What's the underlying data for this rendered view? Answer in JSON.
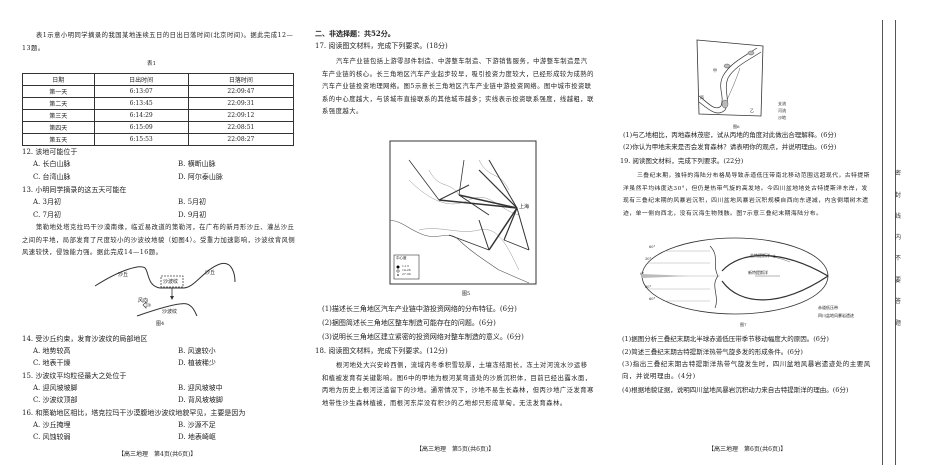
{
  "page4": {
    "intro": "表1示意小明同学摘录的我国某地连续五日的日出日落时间(北京时间)。据此完成12—13题。",
    "table_caption": "表1",
    "table": {
      "headers": [
        "日期",
        "日出时间",
        "日落时间"
      ],
      "rows": [
        [
          "第一天",
          "6:13:07",
          "22:09:47"
        ],
        [
          "第二天",
          "6:13:45",
          "22:09:31"
        ],
        [
          "第三天",
          "6:14:29",
          "22:09:12"
        ],
        [
          "第四天",
          "6:15:09",
          "22:08:51"
        ],
        [
          "第五天",
          "6:15:53",
          "22:08:27"
        ]
      ]
    },
    "q12": {
      "stem": "12. 该地可能位于",
      "A": "A. 长白山脉",
      "B": "B. 横断山脉",
      "C": "C. 台湾山脉",
      "D": "D. 阿尔泰山脉"
    },
    "q13": {
      "stem": "13. 小明同学摘录的这五天可能在",
      "A": "A. 3月初",
      "B": "B. 5月初",
      "C": "C. 7月初",
      "D": "D. 9月初"
    },
    "passage": "策勒地处塔克拉玛干沙漠南缘，临近易改道的策勒河，在广布的新月形沙丘、灌丛沙丘之间的平地，局部发育了尺度较小的沙波纹地貌（如图4）。受重力加速影响，沙波纹背风侧风速较快，侵蚀能力强。据此完成14—16题。",
    "figure4": {
      "label_dune_left": "沙丘",
      "label_dune_right": "沙丘",
      "label_ripple_box": "沙波纹",
      "label_wind": "风向",
      "label_ripple": "沙波纹",
      "caption": "图4"
    },
    "q14": {
      "stem": "14. 受沙丘约束，发育沙波纹的局部地区",
      "A": "A. 地势较高",
      "B": "B. 风速较小",
      "C": "C. 地表干燥",
      "D": "D. 植被稀少"
    },
    "q15": {
      "stem": "15. 沙波纹平均粒径最大之处位于",
      "A": "A. 迎风坡坡脚",
      "B": "B. 迎风坡坡中",
      "C": "C. 沙波纹顶部",
      "D": "D. 背风坡坡脚"
    },
    "q16": {
      "stem": "16. 和策勒地区相比，塔克拉玛干沙漠腹地沙波纹地貌罕见，主要是因为",
      "A": "A. 沙丘掩埋",
      "B": "B. 沙源不足",
      "C": "C. 风蚀较弱",
      "D": "D. 地表崎岖"
    },
    "footer": "【高三地理　第4页(共6页)】"
  },
  "page5": {
    "section": "二、非选择题：共52分。",
    "q17_stem": "17. 阅读图文材料，完成下列要求。(18分)",
    "q17_passage": "汽车产业链包括上游零部件制造、中游整车制造、下游销售服务，中游整车制造是汽车产业链的核心。长三角地区汽车产业起步较早，吸引投资力度较大，已经形成较为成熟的汽车产业链投资地理网络。图5示意长三角地区汽车产业链中游投资网络。图中城市投资联系的中心度越大，与该城市直接联系的其他城市越多；实线表示投资联系强度，线越粗，联系强度越大。",
    "figure5": {
      "caption": "图5",
      "city_label": "上海",
      "legend_title": "中心度",
      "legend_items": [
        "1-13",
        "14-26",
        "27-39"
      ]
    },
    "q17_1": "(1)描述长三角地区汽车产业链中游投资网络的分布特征。(6分)",
    "q17_2": "(2)据图简述长三角地区整车制造可能存在的问题。(6分)",
    "q17_3": "(3)说明长三角地区建立紧密的投资网络对整车制造的意义。(6分)",
    "q18_stem": "18. 阅读图文材料，完成下列要求。(12分)",
    "q18_passage": "根河地处大兴安岭西侧，流域内冬季积雪较厚，土壤冻结期长，冻土对河流水沙运移和植被发育有关键影响。图6中的甲地为根河某弯道处的沙质沉积体，目前已经出露水面，丙地为历史上根河泛滥留下的沙地。通常情况下，沙地不易生长森林，但丙沙地广泛发育寒地带性沙生森林植被，而根河东岸没有积沙的乙地却只形成草甸，无法发育森林。",
    "footer": "【高三地理　第5页(共6页)】"
  },
  "page6": {
    "figure6": {
      "caption": "图6",
      "label_jia": "甲",
      "label_bing": "丙",
      "label_yi": "乙",
      "legend": [
        "支流",
        "河流",
        "沙地"
      ]
    },
    "q18_1": "(1)与乙地相比，丙地森林茂密，试从丙地的角度对此做出合理解释。(6分)",
    "q18_2": "(2)你认为甲地未来是否会发育森林？请表明你的观点，并说明理由。(6分)",
    "q19_stem": "19. 阅读图文材料，完成下列要求。(22分)",
    "q19_passage": "三叠纪末期，独特的海陆分布格局导致赤道低压带南北移动范围远超现代，古特提斯洋虽然平均纬度达30°，但仍是热带气旋的高发地。今四川盆地地处古特提斯洋东岸，发现有三叠纪末期的风暴岩沉积，四川盆地风暴岩沉积规模自西向东递减，内含倒塌树木遗迹，单一侧向西北，没有沉海生物残骸。图7示意三叠纪末期海陆分布。",
    "figure7": {
      "caption": "图7",
      "lat_labels": [
        "60°",
        "30°",
        "0°",
        "30°",
        "60°"
      ],
      "label_paleo_tethys": "古特提斯洋",
      "label_neo_tethys": "新特提斯洋",
      "legend": [
        "赤道低压带",
        "四川盆地风暴岩遗迹"
      ]
    },
    "q19_1": "(1)据图分析三叠纪末期北半球赤道低压带季节移动幅度大的原因。(6分)",
    "q19_2": "(2)简述三叠纪末期古特提斯洋热带气旋多发的形成条件。(6分)",
    "q19_3": "(3)指出三叠纪末期古特提斯洋热带气旋发生时，四川盆地风暴岩遗迹处的主要风向，并说明理由。(4分)",
    "q19_4": "(4)根据地貌证据，说明四川盆地风暴岩沉积动力来自古特提斯洋的理由。(6分)",
    "footer": "【高三地理　第6页(共6页)】"
  },
  "binding_margin": [
    "密",
    "封",
    "线",
    "内",
    "不",
    "要",
    "答",
    "题"
  ]
}
